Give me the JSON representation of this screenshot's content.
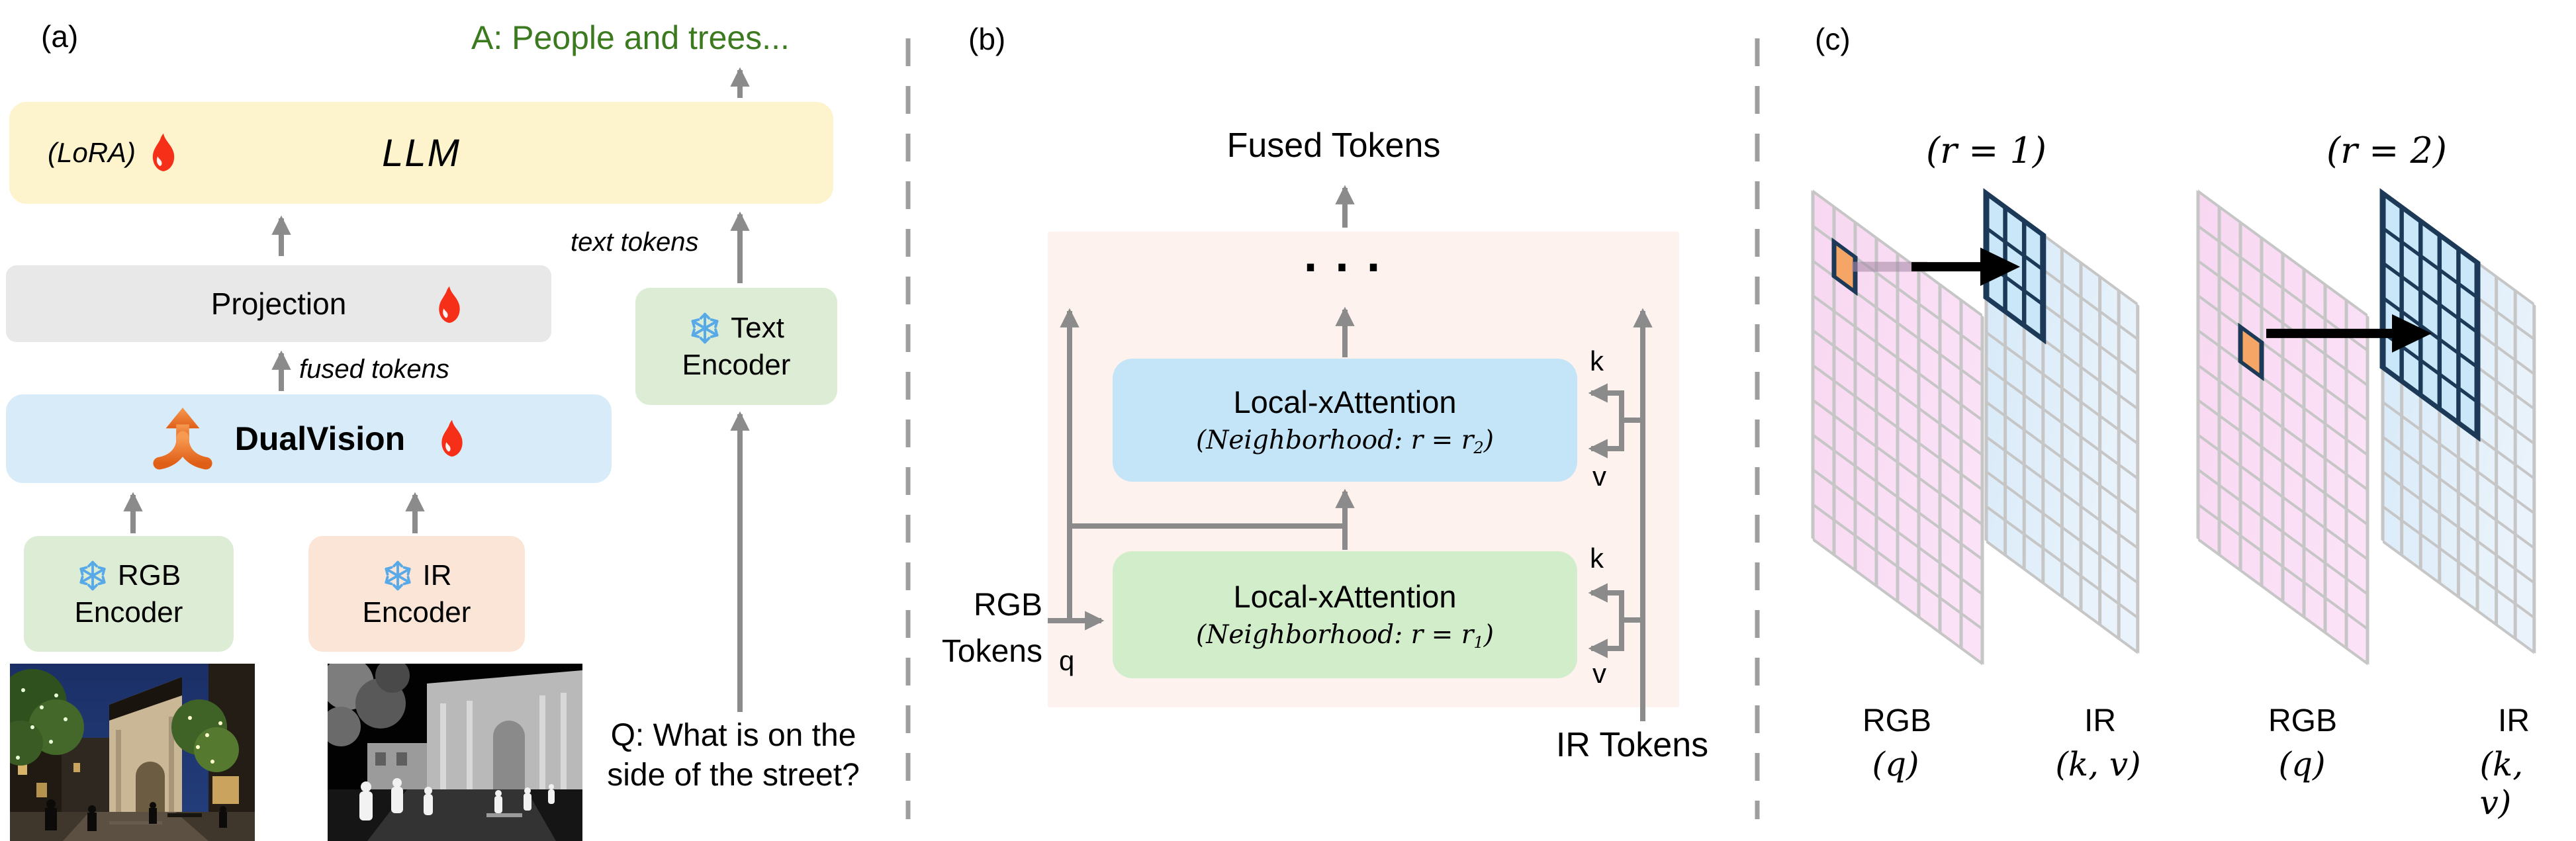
{
  "colors": {
    "llm_yellow": "#fdf3cd",
    "projection_gray": "#e9e8e8",
    "dualvision_blue": "#d8ebf8",
    "encoder_green": "#ddecd4",
    "ir_peach": "#fbe5d7",
    "container_pink": "#fdf2ee",
    "attention_blue": "#c3e5f7",
    "attention_green": "#d2edca",
    "answer_green": "#3b7a1e",
    "arrow_gray": "#8b8b8b",
    "dash_gray": "#9e9e9e",
    "flame_red": "#f63018",
    "snowflake_blue": "#57a9e8",
    "merge_orange": "#ed7d31",
    "grid_pink": "#f9dbf3",
    "grid_blue": "#dfeefa",
    "grid_line_gray": "#c6c6c6",
    "highlight_blue": "#c9e7f8",
    "highlight_navy": "#1c3a57",
    "query_orange": "#f5a667"
  },
  "panel_a": {
    "label": "(a)",
    "answer": "A: People and trees...",
    "llm": {
      "label": "LLM",
      "lora": "(LoRA)"
    },
    "projection": "Projection",
    "dualvision": "DualVision",
    "text_encoder": {
      "line1": "Text",
      "line2": "Encoder"
    },
    "rgb_encoder": {
      "line1": "RGB",
      "line2": "Encoder"
    },
    "ir_encoder": {
      "line1": "IR",
      "line2": "Encoder"
    },
    "annotations": {
      "text_tokens": "text tokens",
      "fused_tokens": "fused tokens"
    },
    "question": {
      "line1": "Q: What is on the",
      "line2": "side of the street?"
    }
  },
  "panel_b": {
    "label": "(b)",
    "fused_tokens": "Fused Tokens",
    "ellipsis": "...",
    "blocks": [
      {
        "title": "Local-xAttention",
        "subtitle_prefix": "(Neighborhood: r = r",
        "subtitle_sub": "2",
        "subtitle_suffix": ")"
      },
      {
        "title": "Local-xAttention",
        "subtitle_prefix": "(Neighborhood: r = r",
        "subtitle_sub": "1",
        "subtitle_suffix": ")"
      }
    ],
    "rgb_tokens": {
      "line1": "RGB",
      "line2": "Tokens"
    },
    "ir_tokens": "IR Tokens",
    "q": "q",
    "k": "k",
    "v": "v"
  },
  "panel_c": {
    "label": "(c)",
    "grid": {
      "cols": 8,
      "rows": 10
    },
    "pairs": [
      {
        "heading": "(r = 1)",
        "radius": 1,
        "rgb_label": "RGB",
        "rgb_sub": "(q)",
        "ir_label": "IR",
        "ir_sub": "(k, v)",
        "orange_cell": {
          "col": 2,
          "row": 2
        },
        "highlight_block": {
          "cols": 3,
          "rows": 3
        }
      },
      {
        "heading": "(r = 2)",
        "radius": 2,
        "rgb_label": "RGB",
        "rgb_sub": "(q)",
        "ir_label": "IR",
        "ir_sub": "(k, v)",
        "orange_cell": {
          "col": 3,
          "row": 4
        },
        "highlight_block": {
          "cols": 5,
          "rows": 5
        }
      }
    ]
  }
}
